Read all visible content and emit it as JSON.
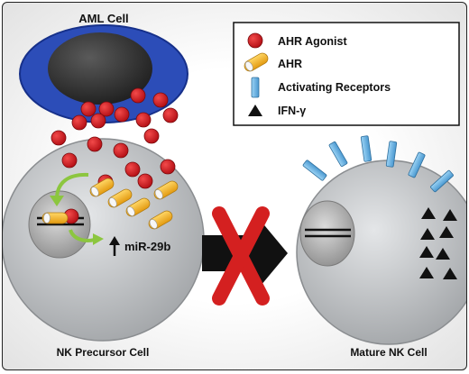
{
  "labels": {
    "aml_cell": "AML Cell",
    "nk_precursor": "NK Precursor Cell",
    "mature_nk": "Mature NK Cell",
    "mirna": "miR-29b"
  },
  "legend": {
    "items": [
      {
        "icon": "red-circle",
        "label": "AHR Agonist"
      },
      {
        "icon": "yellow-capsule",
        "label": "AHR"
      },
      {
        "icon": "blue-rectangle",
        "label": "Activating Receptors"
      },
      {
        "icon": "black-triangle",
        "label": "IFN-γ"
      }
    ]
  },
  "colors": {
    "agonist": "#d0141a",
    "ahr": "#f2b01e",
    "receptor": "#6fb6e6",
    "aml_cytoplasm": "#2c4db8",
    "nucleus": "#3a3a3a",
    "inhibit_x": "#d42020",
    "arrow_green": "#8cc63f"
  }
}
